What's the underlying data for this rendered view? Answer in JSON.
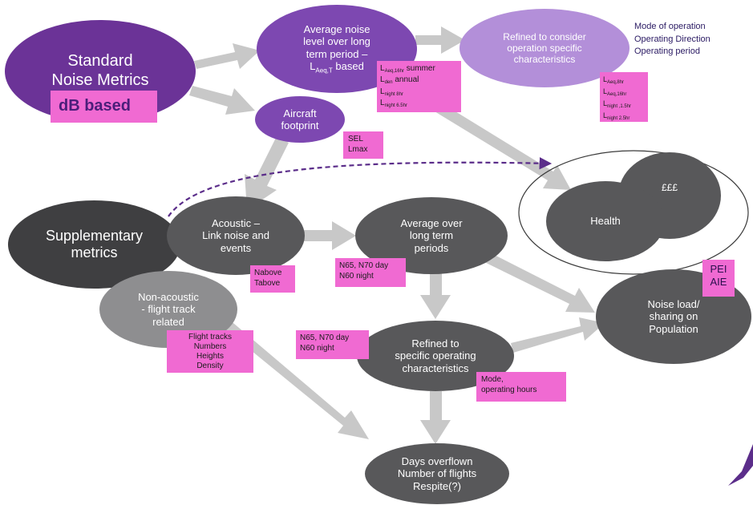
{
  "nodes": {
    "standard": {
      "lines": [
        "Standard",
        "Noise Metrics"
      ],
      "badge": "dB based"
    },
    "average_noise": {
      "lines": [
        "Average noise",
        "level over long",
        "term period –"
      ],
      "leq_prefix": "L",
      "leq_sub": "Aeq,T",
      "leq_suffix": " based"
    },
    "refined_top": {
      "lines": [
        "Refined to consider",
        "operation specific",
        "characteristics"
      ]
    },
    "aircraft": {
      "lines": [
        "Aircraft",
        "footprint"
      ]
    },
    "supplementary": {
      "lines": [
        "Supplementary",
        "metrics"
      ]
    },
    "acoustic": {
      "lines": [
        "Acoustic –",
        "Link noise and",
        "events"
      ]
    },
    "non_acoustic": {
      "lines": [
        "Non-acoustic",
        "- flight track",
        "related"
      ]
    },
    "average_long": {
      "lines": [
        "Average over",
        "long term",
        "periods"
      ]
    },
    "refined_mid": {
      "lines": [
        "Refined to",
        "specific operating",
        "characteristics"
      ]
    },
    "days": {
      "lines": [
        "Days overflown",
        "Number of flights",
        "Respite(?)"
      ]
    },
    "noise_load": {
      "lines": [
        "Noise load/",
        "sharing on",
        "Population"
      ]
    },
    "health": {
      "label": "Health"
    },
    "money": {
      "label": "£££"
    }
  },
  "side_text": {
    "operation": [
      "Mode of operation",
      "Operating Direction",
      "Operating period"
    ]
  },
  "notes": {
    "leq_list": [
      {
        "l": "L",
        "sub": "Aeq,16hr",
        "after": " summer"
      },
      {
        "l": "L",
        "sub": "den",
        "after": " annual"
      },
      {
        "l": "L",
        "sub": "night 8hr",
        "after": ""
      },
      {
        "l": "L",
        "sub": "night 6.5hr",
        "after": ""
      }
    ],
    "leq_list_right": [
      {
        "l": "L",
        "sub": "Aeq,8hr"
      },
      {
        "l": "L",
        "sub": "Aeq,16hr"
      },
      {
        "l": "L",
        "sub": "night ,1.5hr"
      },
      {
        "l": "L",
        "sub": "night  2.5hr"
      }
    ],
    "sel": [
      "SEL",
      "Lmax"
    ],
    "nabove": [
      "Nabove",
      "Tabove"
    ],
    "n65_a": [
      "N65, N70 day",
      "N60 night"
    ],
    "n65_b": [
      "N65, N70 day",
      "N60 night"
    ],
    "flight_tracks": [
      "Flight tracks",
      "Numbers",
      "Heights",
      "Density"
    ],
    "pei": [
      "PEI",
      "AIE"
    ],
    "mode": [
      "Mode,",
      "operating hours"
    ]
  },
  "colors": {
    "dark_grey": "#3f3f41",
    "mid_grey": "#58585a",
    "light_grey": "#8e8e90",
    "purple_dark": "#6b3397",
    "purple_mid": "#7d48b1",
    "purple_light": "#b38fd9",
    "pink_note": "#f06ad2",
    "arrow_grey": "#c8c8c8",
    "dashed_purple": "#5b2d8a"
  }
}
